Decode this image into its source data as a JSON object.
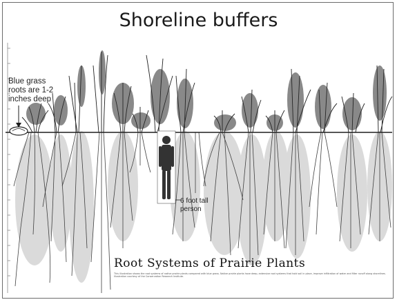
{
  "title": "Shoreline buffers",
  "annotations": {
    "blue_grass": "Blue grass roots are 1-2 inches deep",
    "six_foot": "6 foot tall person"
  },
  "caption": "Root Systems of Prairie Plants",
  "fine_print": "This illustration shows the root systems of native prairie plants compared with blue grass. Native prairie plants have deep, extensive root systems that hold soil in place, improve infiltration of water and filter runoff along shorelines. Illustration courtesy of the Conservation Research Institute.",
  "colors": {
    "ink": "#1e1e1e",
    "frame": "#6b6b6b",
    "person": "#333333"
  }
}
